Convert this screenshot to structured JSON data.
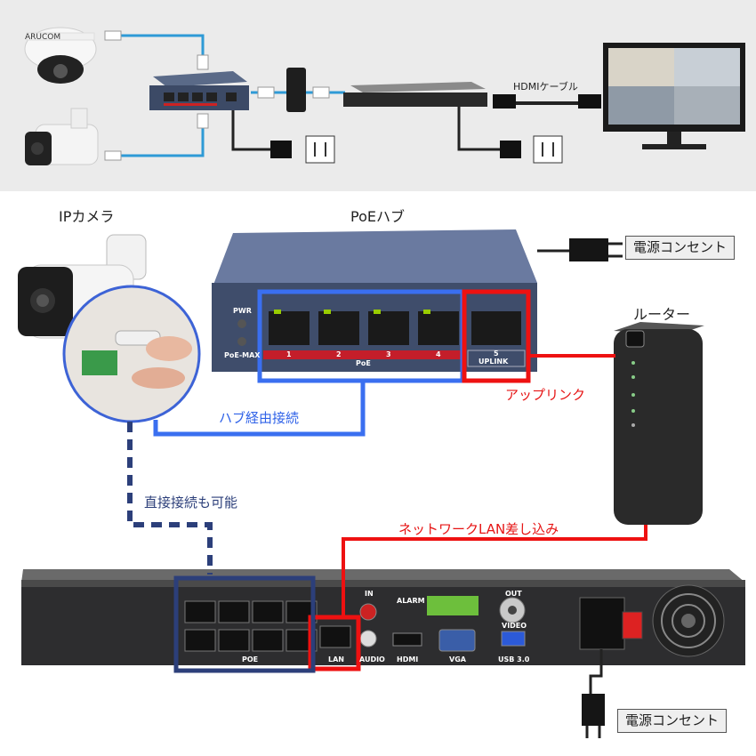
{
  "top_diagram": {
    "camera_brand": "ARUCOM",
    "hdmi_cable_label": "HDMIケーブル"
  },
  "labels": {
    "ip_camera": "IPカメラ",
    "poe_hub": "PoEハブ",
    "router": "ルーター",
    "power_outlet_hub": "電源コンセント",
    "power_outlet_nvr": "電源コンセント",
    "uplink": "アップリンク",
    "via_hub": "ハブ経由接続",
    "direct_ok": "直接接続も可能",
    "lan_insert": "ネットワークLAN差し込み"
  },
  "hub_panel": {
    "pwr": "PWR",
    "poe_max": "PoE-MAX",
    "port_numbers": [
      "1",
      "2",
      "3",
      "4"
    ],
    "poe_text": "PoE",
    "uplink_port_number": "5",
    "uplink_text": "UPLINK"
  },
  "nvr_panel": {
    "poe_text": "POE",
    "lan_text": "LAN",
    "audio_text": "AUDIO",
    "hdmi_text": "HDMI",
    "vga_text": "VGA",
    "usb_text": "USB 3.0",
    "video_text": "VIDEO",
    "alarm_text": "ALARM",
    "in_text": "IN",
    "out_text": "OUT"
  },
  "colors": {
    "blue_link": "#3a6ff0",
    "red_link": "#ee1111",
    "navy_link": "#2c3f7a",
    "hub_body": "#4a5a78",
    "nvr_body": "#2d2d2f"
  }
}
